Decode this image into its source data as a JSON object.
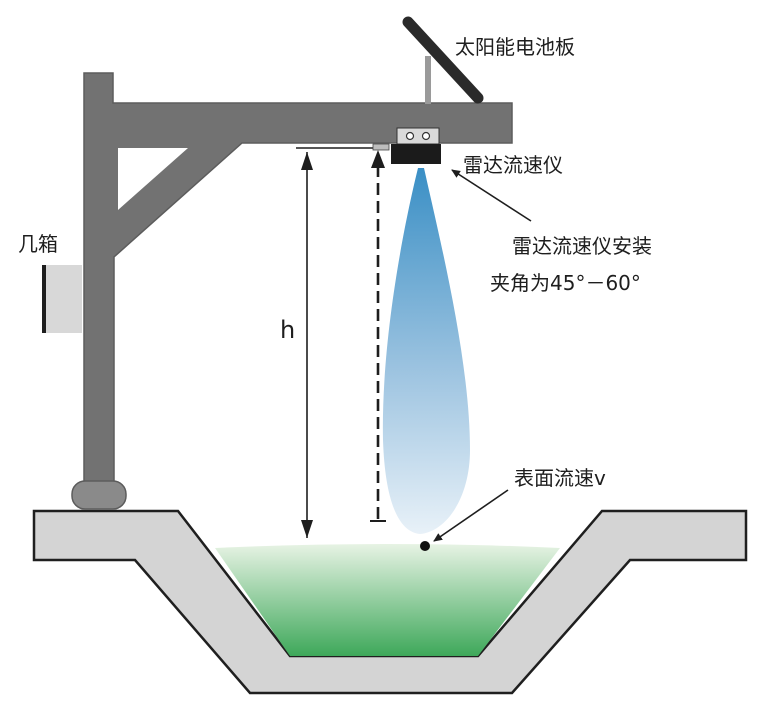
{
  "labels": {
    "solar_panel": "太阳能电池板",
    "radar_meter": "雷达流速仪",
    "install_line1": "雷达流速仪安装",
    "install_line2": "夹角为45°－60°",
    "box_partial": "几箱",
    "height": "h",
    "surface_velocity": "表面流速v"
  },
  "colors": {
    "structure": "#727272",
    "structure_edge": "#5c5c5c",
    "channel_fill": "#d4d4d4",
    "channel_edge": "#1f1f1f",
    "water_light": "#e7f3e4",
    "water_dark": "#3ea85a",
    "beam_light": "#e8f1f8",
    "beam_dark": "#3a8fc5",
    "sensor_body": "#1b1b1b",
    "sensor_mount": "#d9d9d9",
    "box_fill": "#d8d8d8",
    "line": "#1e1e1e"
  }
}
